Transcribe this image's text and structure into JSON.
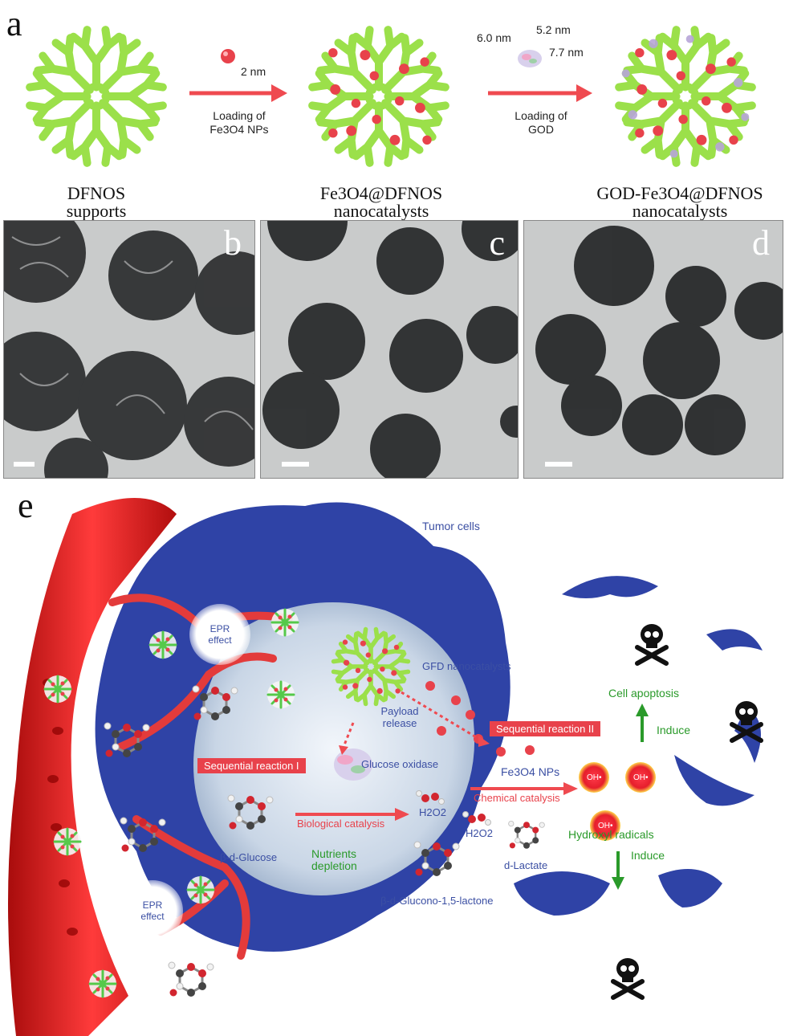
{
  "panels": {
    "a": {
      "letter": "a"
    },
    "b": {
      "letter": "b"
    },
    "c": {
      "letter": "c"
    },
    "d": {
      "letter": "d"
    },
    "e": {
      "letter": "e"
    }
  },
  "synthesis": {
    "np_size": "2 nm",
    "step1_line1": "Loading of",
    "step1_line2": "Fe3O4 NPs",
    "god_dim1": "6.0 nm",
    "god_dim2": "5.2 nm",
    "god_dim3": "7.7 nm",
    "step2_line1": "Loading of",
    "step2_line2": "GOD",
    "cap1_line1": "DFNOS",
    "cap1_line2": "supports",
    "cap2_line1": "Fe3O4@DFNOS",
    "cap2_line2": "nanocatalysts",
    "cap3_line1": "GOD-Fe3O4@DFNOS",
    "cap3_line2": "nanocatalysts"
  },
  "mechanism": {
    "tumor_cells": "Tumor cells",
    "epr1": "EPR effect",
    "epr2": "EPR effect",
    "gfd": "GFD nanocatalysts",
    "payload": "Payload release",
    "glucose_oxidase": "Glucose oxidase",
    "seq1": "Sequential reaction I",
    "seq2": "Sequential reaction II",
    "fe3o4": "Fe3O4 NPs",
    "chemical": "Chemical catalysis",
    "biological": "Biological catalysis",
    "h2o2_a": "H2O2",
    "h2o2_b": "H2O2",
    "glucose": "β-d-Glucose",
    "nutrients": "Nutrients depletion",
    "lactate": "d-Lactate",
    "gluconolactone": "β-d-Glucono-1,5-lactone",
    "oh": "OH•",
    "hydroxyl": "Hydroxyl radicals",
    "induce1": "Induce",
    "induce2": "Induce",
    "apoptosis": "Cell apoptosis"
  },
  "colors": {
    "support_green": "#9be04a",
    "np_red": "#e8424b",
    "arrow_red": "#ef4a50",
    "tumor_blue": "#2f43a6",
    "vessel_red": "#e31d1d",
    "label_blue": "#3b4fa3",
    "label_green": "#2a9a2a"
  },
  "icons": [
    "skull-crossbones-icon"
  ]
}
